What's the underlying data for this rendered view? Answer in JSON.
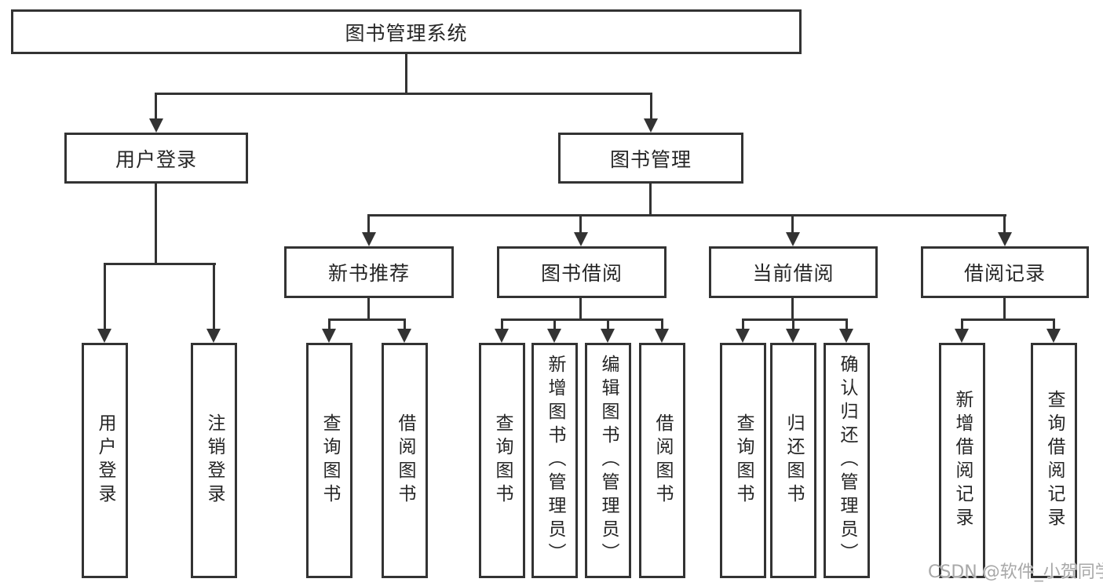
{
  "tree": {
    "label": "图书管理系统",
    "children": [
      {
        "label": "用户登录",
        "children": [
          {
            "label": "用户登录"
          },
          {
            "label": "注销登录"
          }
        ]
      },
      {
        "label": "图书管理",
        "children": [
          {
            "label": "新书推荐",
            "children": [
              {
                "label": "查询图书"
              },
              {
                "label": "借阅图书"
              }
            ]
          },
          {
            "label": "图书借阅",
            "children": [
              {
                "label": "查询图书"
              },
              {
                "label": "新增图书（管理员）"
              },
              {
                "label": "编辑图书（管理员）"
              },
              {
                "label": "借阅图书"
              }
            ]
          },
          {
            "label": "当前借阅",
            "children": [
              {
                "label": "查询图书"
              },
              {
                "label": "归还图书"
              },
              {
                "label": "确认归还（管理员）"
              }
            ]
          },
          {
            "label": "借阅记录",
            "children": [
              {
                "label": "新增借阅记录"
              },
              {
                "label": "查询借阅记录"
              }
            ]
          }
        ]
      }
    ]
  },
  "watermark": {
    "text": "CSDN @软件_小贺同学",
    "color": "#a8a8a8"
  },
  "colors": {
    "line": "#333333",
    "text": "#262626",
    "background": "#ffffff"
  }
}
